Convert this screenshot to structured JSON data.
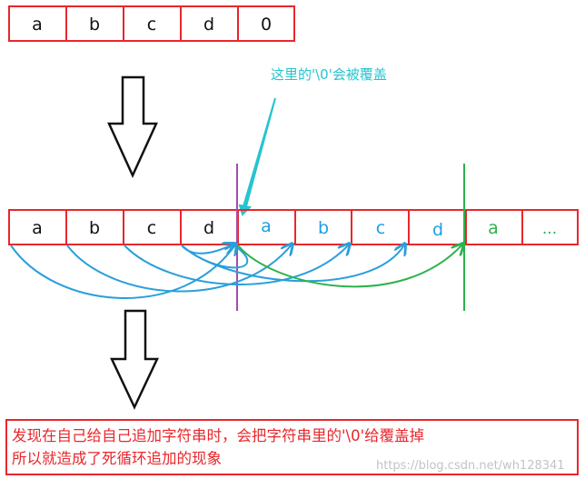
{
  "top_array": {
    "cells": [
      "a",
      "b",
      "c",
      "d",
      "0"
    ]
  },
  "middle_array": {
    "cells": [
      "a",
      "b",
      "c",
      "d",
      "a",
      "b",
      "c",
      "d",
      "a",
      "..."
    ]
  },
  "annotation_overwrite": "这里的'\\0'会被覆盖",
  "caption": {
    "line1": "发现在自己给自己追加字符串时，会把字符串里的'\\0'给覆盖掉",
    "line2": "所以就造成了死循环追加的现象"
  },
  "watermark": "https://blog.csdn.net/wh128341",
  "colors": {
    "box_border": "#e8272c",
    "cell_text": "#111111",
    "copied_text": "#1e9ee6",
    "second_copy_text": "#2bb24c",
    "arrow_blue": "#2a9fdc",
    "arrow_green": "#2bb24c",
    "purple_line": "#a24bb0",
    "annotation": "#26c4cf",
    "caption_text": "#e8272c"
  }
}
